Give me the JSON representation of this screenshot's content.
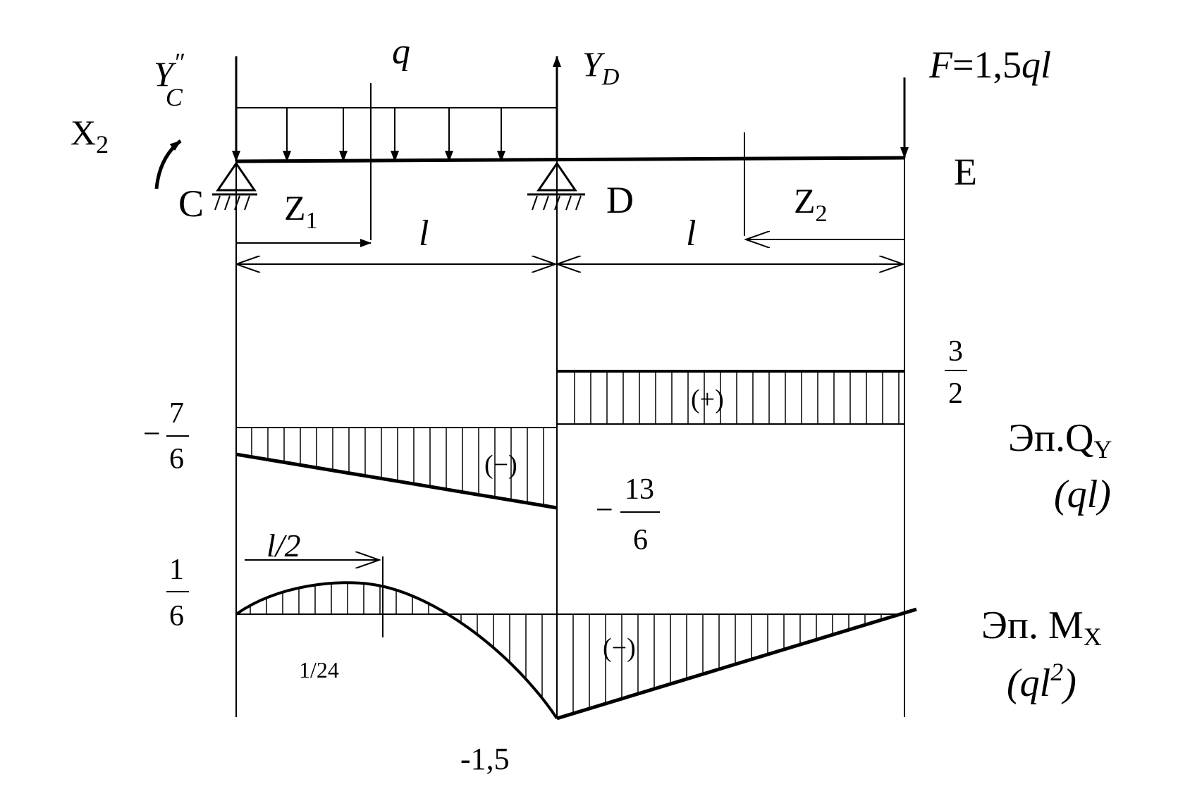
{
  "beam": {
    "reaction_c": "Y",
    "reaction_c_prime": "″",
    "reaction_c_sub": "C",
    "reaction_d": "Y",
    "reaction_d_sub": "D",
    "moment_label": "X",
    "moment_label_sub": "2",
    "load_q": "q",
    "force_f": "F",
    "force_f_value": "=1,5",
    "force_f_units": "ql",
    "point_c": "C",
    "point_d": "D",
    "point_e": "E",
    "z1": "Z",
    "z1_sub": "1",
    "z2": "Z",
    "z2_sub": "2",
    "span1": "l",
    "span2": "l"
  },
  "shear": {
    "title": "Эп.Q",
    "title_sub": "Y",
    "units": "(ql)",
    "left_sign": "−",
    "left_num": "7",
    "left_den": "6",
    "right_num": "3",
    "right_den": "2",
    "mid_sign": "−",
    "mid_num": "13",
    "mid_den": "6",
    "neg_sign": "(−)",
    "pos_sign": "(+)"
  },
  "moment": {
    "title": "Эп. M",
    "title_sub": "X",
    "units_open": "(ql",
    "units_sup": "2",
    "units_close": ")",
    "half_span": "l/2",
    "max_num": "1",
    "max_den": "6",
    "max_value": "1/24",
    "min_value": "-1,5",
    "neg_sign": "(−)"
  }
}
